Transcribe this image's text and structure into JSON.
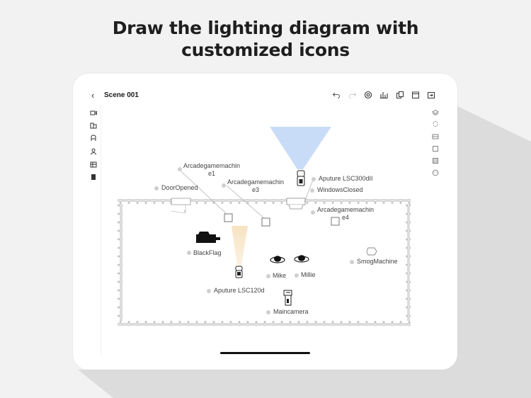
{
  "headline": {
    "line1": "Draw the lighting diagram with",
    "line2": "customized icons"
  },
  "app": {
    "title": "Scene 001",
    "toolbar_icons": [
      "undo-icon",
      "redo-icon",
      "at-icon",
      "chart-icon",
      "copy-icon",
      "calendar-icon",
      "export-icon"
    ],
    "left_tools": [
      "camera-tool-icon",
      "grip-tool-icon",
      "actor-tool-icon",
      "person-tool-icon",
      "set-tool-icon",
      "book-tool-icon"
    ],
    "right_tools": [
      "layers-icon",
      "rotate-icon",
      "grid-icon",
      "square-icon",
      "pattern-icon",
      "smiley-icon"
    ]
  },
  "diagram": {
    "labels": {
      "arcade1": "Arcadegamemachin\ne1",
      "door": "DoorOpened",
      "arcade3": "Arcadegamemachin\ne3",
      "aputure300": "Aputure LSC300dII",
      "windows": "WindowsClosed",
      "arcade4": "Arcadegamemachin\ne4",
      "blackflag": "BlackFlag",
      "smog": "SmogMachine",
      "mike": "Mike",
      "millie": "Millie",
      "aputure120": "Aputure LSC120d",
      "maincamera": "Maincamera"
    },
    "colors": {
      "blue_beam": "#c9dcf7",
      "warm_beam": "#f7e6c6",
      "wall": "#b5b5b5",
      "dot": "#cfcfcf"
    }
  }
}
